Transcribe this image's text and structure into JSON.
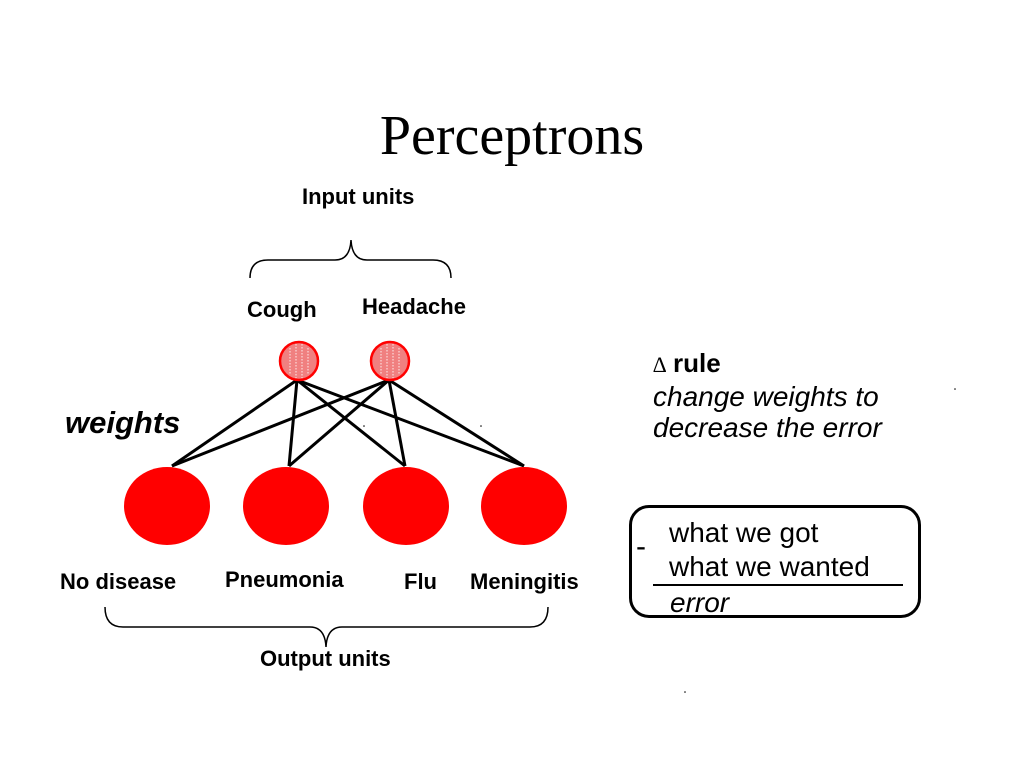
{
  "title": "Perceptrons",
  "input_label": "Input units",
  "output_label": "Output units",
  "weights_label": "weights",
  "input_nodes": [
    {
      "label": "Cough"
    },
    {
      "label": "Headache"
    }
  ],
  "output_nodes": [
    {
      "label": "No disease"
    },
    {
      "label": "Pneumonia"
    },
    {
      "label": "Flu"
    },
    {
      "label": "Meningitis"
    }
  ],
  "rule": {
    "symbol": "∆",
    "heading": "rule",
    "line1": "change weights to",
    "line2": "decrease the error"
  },
  "error_box": {
    "minus": "-",
    "got": "what we got",
    "wanted": "what we wanted",
    "result": "error"
  },
  "colors": {
    "input_fill": "#f08080",
    "input_stroke": "#ff0000",
    "output_fill": "#ff0000",
    "line": "#000000"
  }
}
